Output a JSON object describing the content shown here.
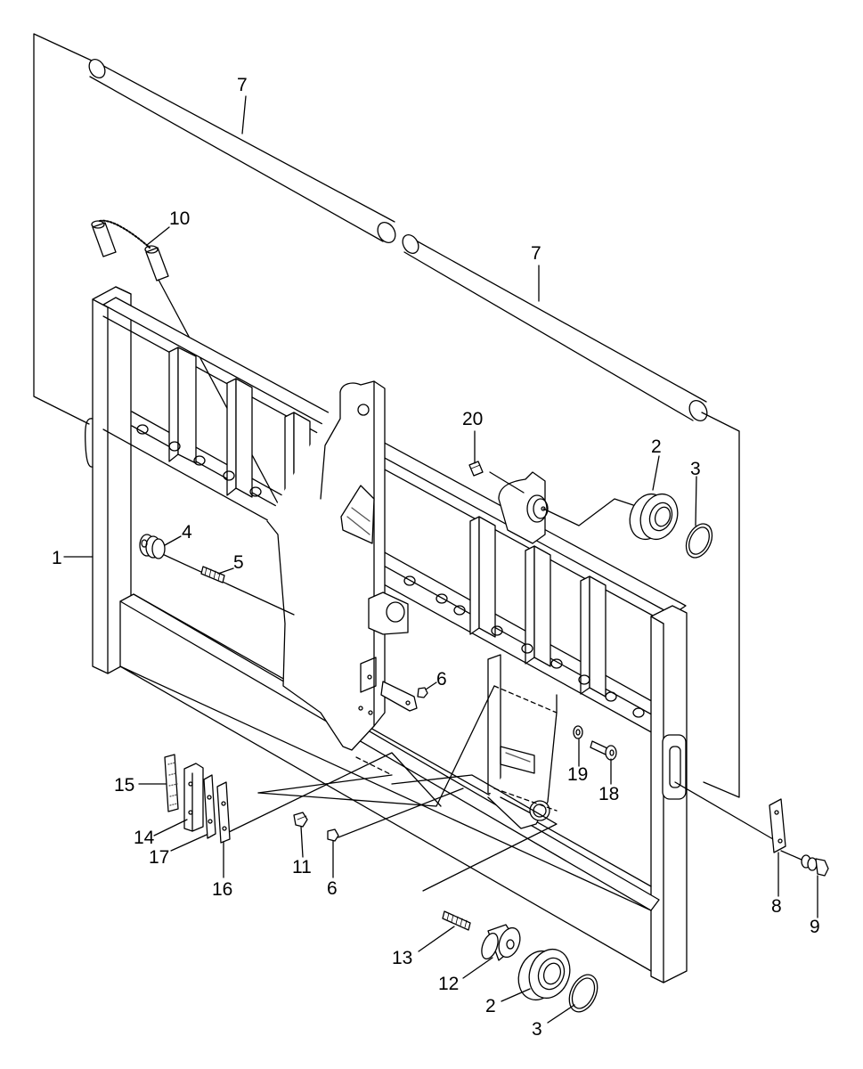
{
  "colors": {
    "line": "#000000",
    "background": "#ffffff",
    "hatch": "#555555"
  },
  "callouts": [
    {
      "id": "c-7a",
      "text": "7"
    },
    {
      "id": "c-10",
      "text": "10"
    },
    {
      "id": "c-7b",
      "text": "7"
    },
    {
      "id": "c-20",
      "text": "20"
    },
    {
      "id": "c-2a",
      "text": "2"
    },
    {
      "id": "c-3a",
      "text": "3"
    },
    {
      "id": "c-4",
      "text": "4"
    },
    {
      "id": "c-5",
      "text": "5"
    },
    {
      "id": "c-1",
      "text": "1"
    },
    {
      "id": "c-6a",
      "text": "6"
    },
    {
      "id": "c-19",
      "text": "19"
    },
    {
      "id": "c-18",
      "text": "18"
    },
    {
      "id": "c-15",
      "text": "15"
    },
    {
      "id": "c-14",
      "text": "14"
    },
    {
      "id": "c-17",
      "text": "17"
    },
    {
      "id": "c-16",
      "text": "16"
    },
    {
      "id": "c-11",
      "text": "11"
    },
    {
      "id": "c-6b",
      "text": "6"
    },
    {
      "id": "c-8",
      "text": "8"
    },
    {
      "id": "c-9",
      "text": "9"
    },
    {
      "id": "c-13",
      "text": "13"
    },
    {
      "id": "c-12",
      "text": "12"
    },
    {
      "id": "c-2b",
      "text": "2"
    },
    {
      "id": "c-3b",
      "text": "3"
    }
  ]
}
